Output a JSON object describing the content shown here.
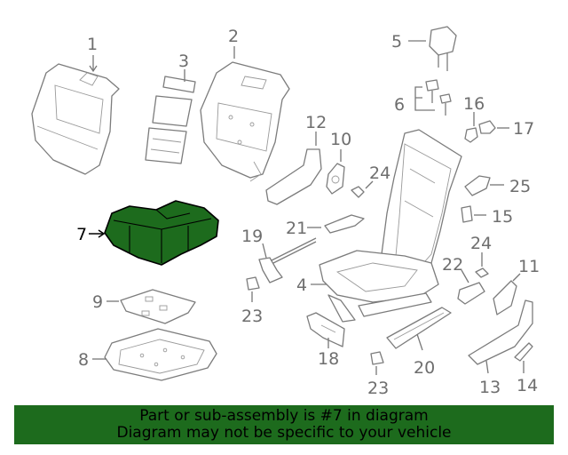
{
  "diagram": {
    "highlight_color": "#1d6b1d",
    "part_color": "#7c7c7c",
    "callouts": {
      "c1": "1",
      "c2": "2",
      "c3": "3",
      "c4": "4",
      "c5": "5",
      "c6": "6",
      "c7": "7",
      "c8": "8",
      "c9": "9",
      "c10": "10",
      "c11": "11",
      "c12": "12",
      "c13": "13",
      "c14": "14",
      "c15": "15",
      "c16": "16",
      "c17": "17",
      "c18": "18",
      "c19": "19",
      "c20": "20",
      "c21": "21",
      "c22": "22",
      "c23a": "23",
      "c23b": "23",
      "c24a": "24",
      "c24b": "24",
      "c25": "25"
    }
  },
  "banner": {
    "line1": "Part or sub-assembly is #7 in diagram",
    "line2": "Diagram may not be specific to your vehicle"
  }
}
